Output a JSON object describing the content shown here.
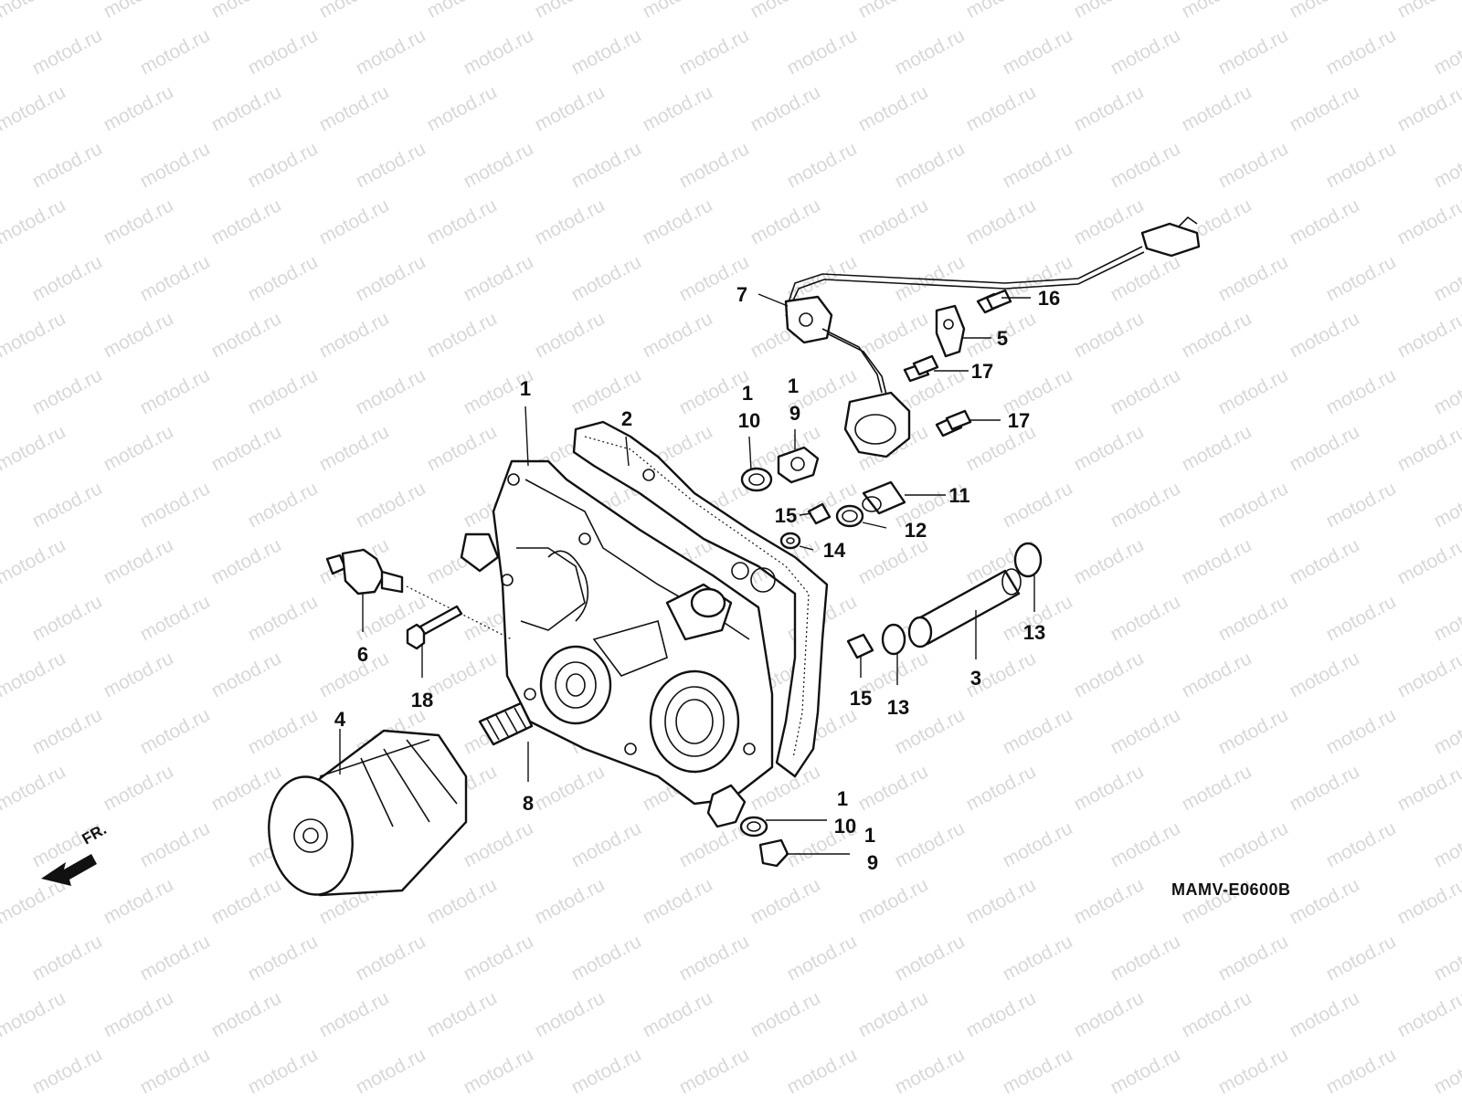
{
  "watermark": "motod.ru",
  "diagram_code": "MAMV-E0600B",
  "direction_marker": "FR.",
  "callouts": [
    {
      "id": "c1a",
      "text": "1"
    },
    {
      "id": "c2",
      "text": "2"
    },
    {
      "id": "c1b",
      "text": "1"
    },
    {
      "id": "c10a",
      "text": "10"
    },
    {
      "id": "c1c",
      "text": "1"
    },
    {
      "id": "c9a",
      "text": "9"
    },
    {
      "id": "c7",
      "text": "7"
    },
    {
      "id": "c16",
      "text": "16"
    },
    {
      "id": "c5",
      "text": "5"
    },
    {
      "id": "c17a",
      "text": "17"
    },
    {
      "id": "c17b",
      "text": "17"
    },
    {
      "id": "c11",
      "text": "11"
    },
    {
      "id": "c15a",
      "text": "15"
    },
    {
      "id": "c12",
      "text": "12"
    },
    {
      "id": "c14",
      "text": "14"
    },
    {
      "id": "c13a",
      "text": "13"
    },
    {
      "id": "c3",
      "text": "3"
    },
    {
      "id": "c13b",
      "text": "13"
    },
    {
      "id": "c15b",
      "text": "15"
    },
    {
      "id": "c6",
      "text": "6"
    },
    {
      "id": "c18",
      "text": "18"
    },
    {
      "id": "c4",
      "text": "4"
    },
    {
      "id": "c8",
      "text": "8"
    },
    {
      "id": "c1d",
      "text": "1"
    },
    {
      "id": "c10b",
      "text": "10"
    },
    {
      "id": "c1e",
      "text": "1"
    },
    {
      "id": "c9b",
      "text": "9"
    }
  ]
}
